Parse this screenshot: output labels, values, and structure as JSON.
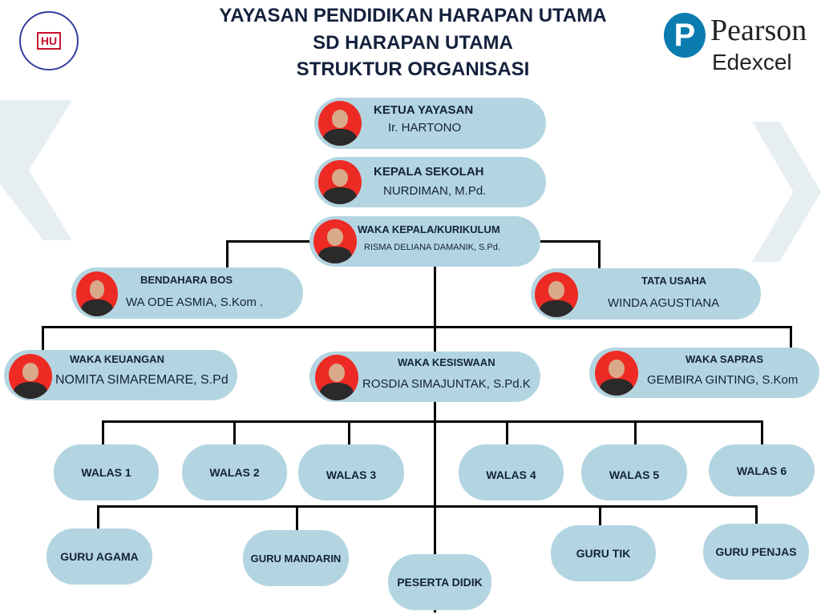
{
  "header": {
    "line1": "YAYASAN PENDIDIKAN HARAPAN UTAMA",
    "line2": "SD HARAPAN UTAMA",
    "line3": "STRUKTUR ORGANISASI"
  },
  "logos": {
    "school_logo_text": "HU",
    "pearson": "Pearson",
    "edexcel": "Edexcel"
  },
  "nodes": {
    "ketua": {
      "role": "KETUA YAYASAN",
      "name": "Ir. HARTONO"
    },
    "kepala": {
      "role": "KEPALA SEKOLAH",
      "name": "NURDIMAN, M.Pd."
    },
    "wakakepala": {
      "role": "WAKA KEPALA/KURIKULUM",
      "name": "RISMA DELIANA DAMANIK, S.Pd."
    },
    "bendahara": {
      "role": "BENDAHARA BOS",
      "name": "WA ODE ASMIA, S.Kom ."
    },
    "tatausaha": {
      "role": "TATA USAHA",
      "name": "WINDA AGUSTIANA"
    },
    "keuangan": {
      "role": "WAKA KEUANGAN",
      "name": "NOMITA SIMAREMARE, S.Pd"
    },
    "kesiswaan": {
      "role": "WAKA KESISWAAN",
      "name": "ROSDIA SIMAJUNTAK, S.Pd.K"
    },
    "sapras": {
      "role": "WAKA SAPRAS",
      "name": "GEMBIRA GINTING, S.Kom"
    }
  },
  "walas": [
    "WALAS 1",
    "WALAS 2",
    "WALAS 3",
    "WALAS 4",
    "WALAS 5",
    "WALAS 6"
  ],
  "guru": {
    "agama": "GURU AGAMA",
    "mandarin": "GURU MANDARIN",
    "peserta": "PESERTA DIDIK",
    "tik": "GURU TIK",
    "penjas": "GURU PENJAS"
  },
  "colors": {
    "box": "#b3d5e1",
    "text": "#14213d",
    "photo_bg": "#ee2a24",
    "pearson_blue": "#0a7cb0"
  }
}
